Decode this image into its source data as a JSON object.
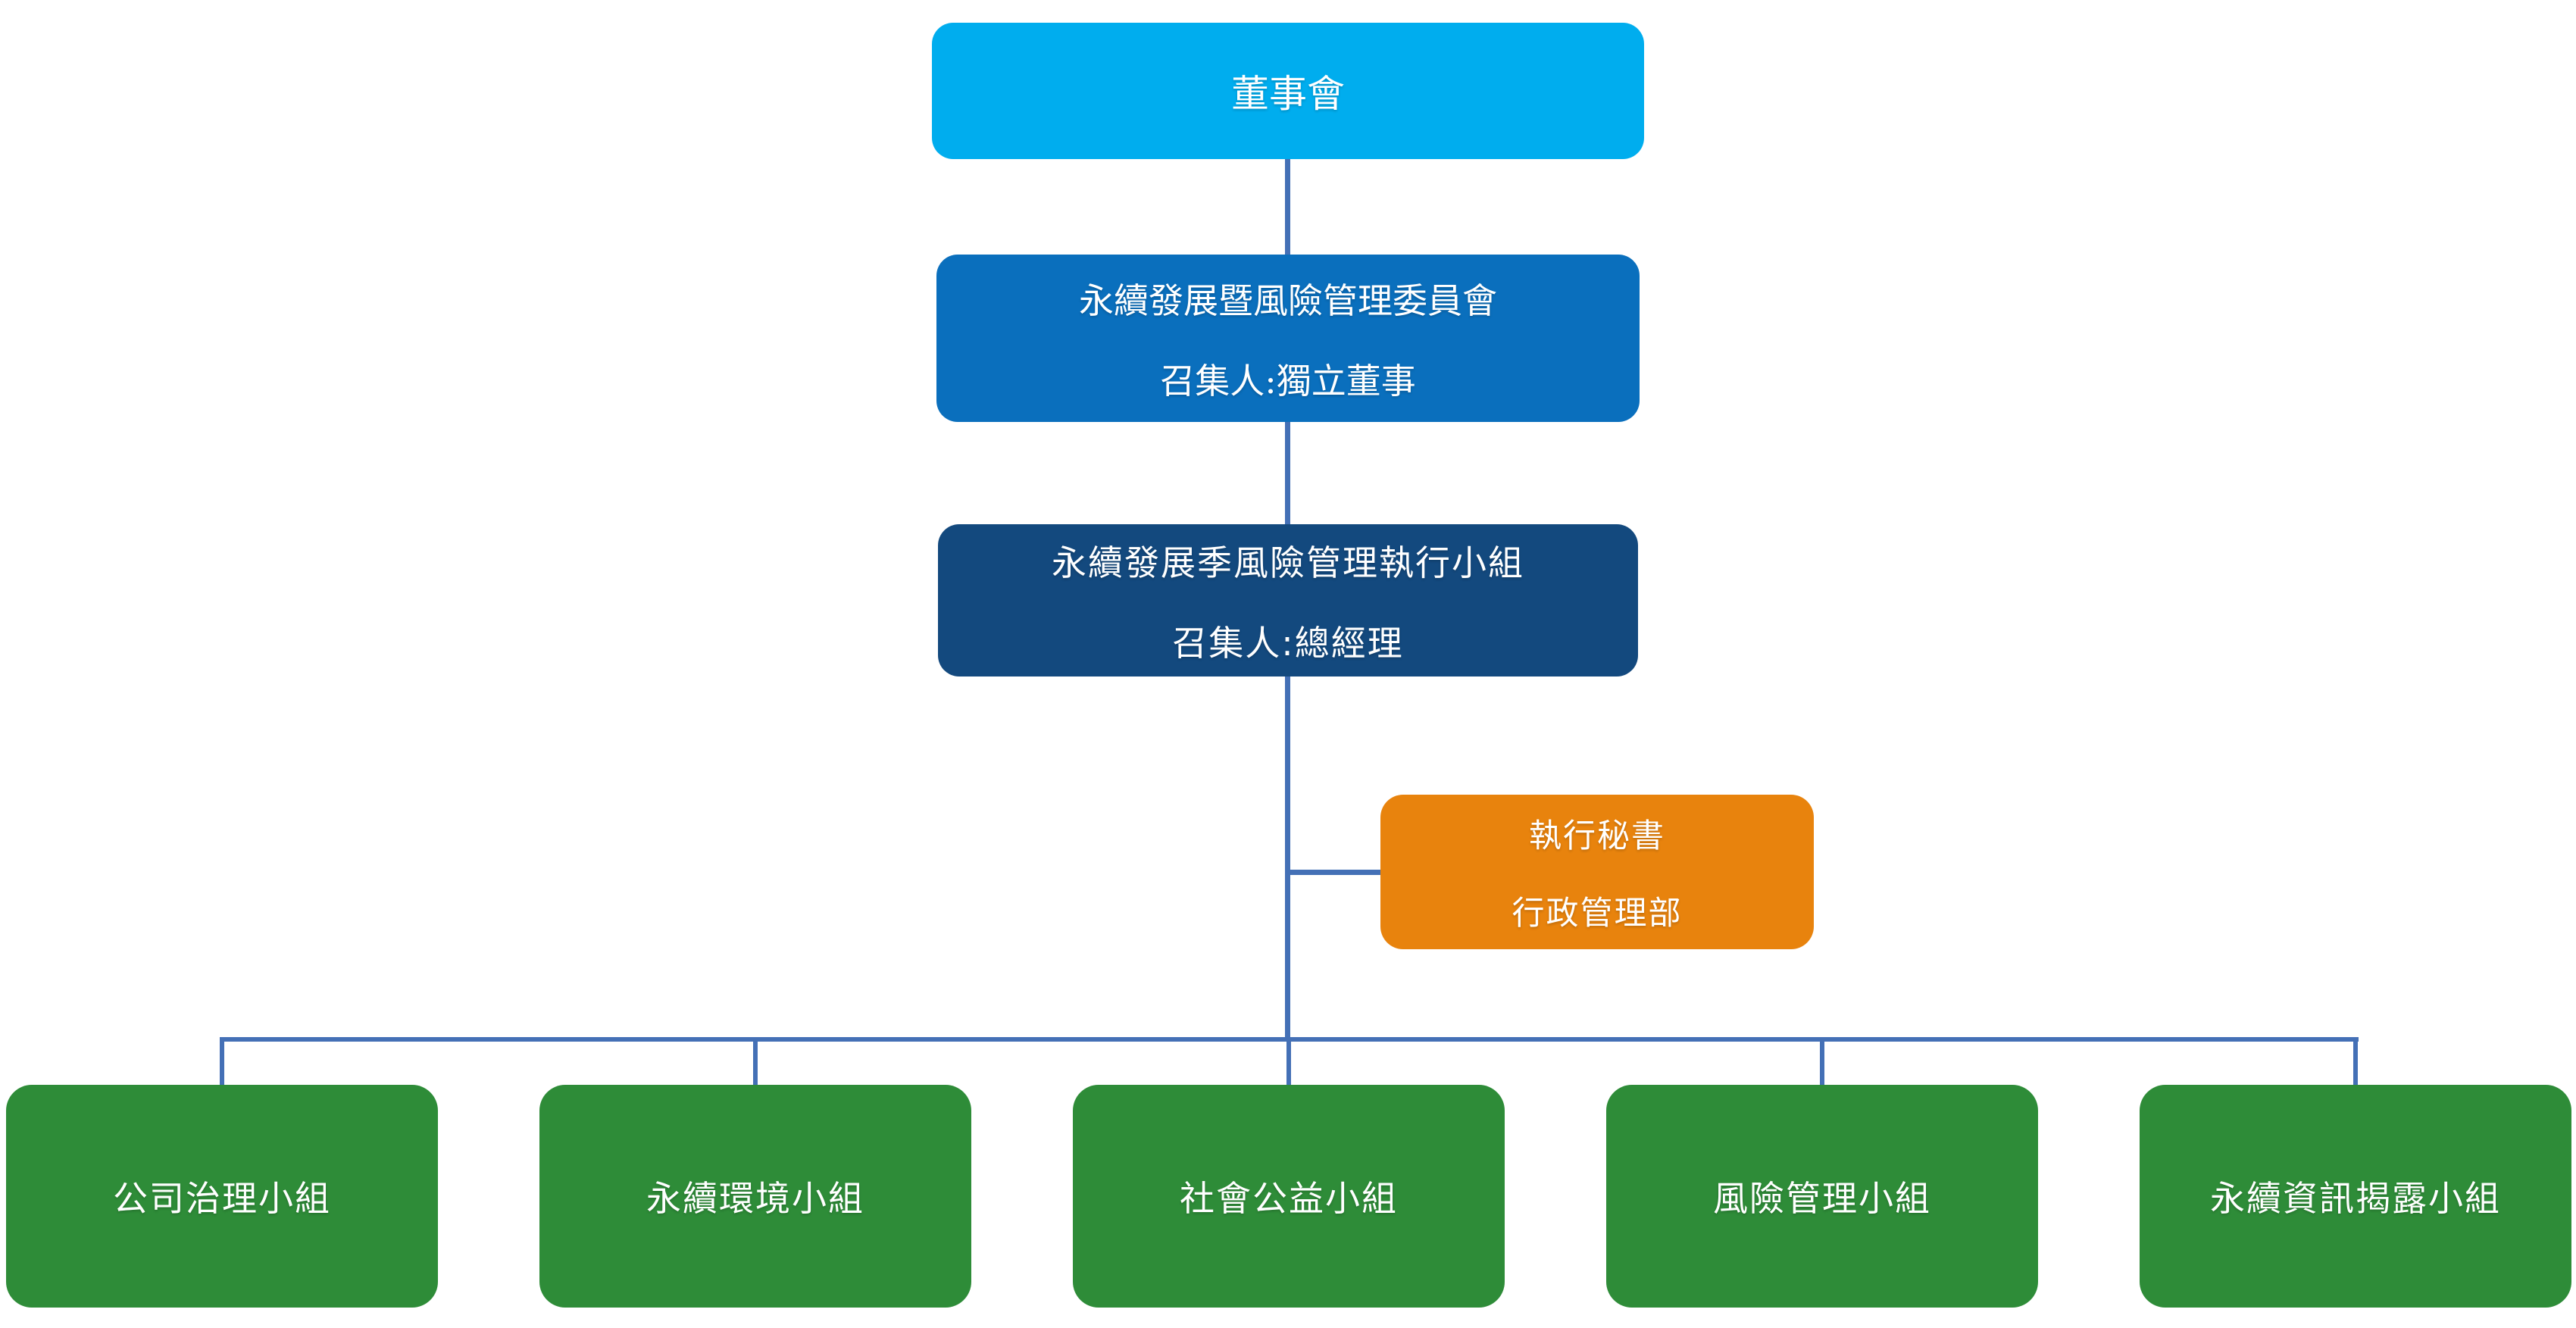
{
  "diagram": {
    "type": "org-chart",
    "background": "#FFFFFF",
    "connector_color": "#4470B6",
    "text_color": "#FFFFFF",
    "nodes": {
      "board": {
        "label": "董事會",
        "fill": "#00ADEE"
      },
      "committee": {
        "line1": "永續發展暨風險管理委員會",
        "line2": "召集人:獨立董事",
        "fill": "#0A6FBD"
      },
      "exec_team": {
        "line1": "永續發展季風險管理執行小組",
        "line2": "召集人:總經理",
        "fill": "#13497E"
      },
      "secretary": {
        "line1": "執行秘書",
        "line2": "行政管理部",
        "fill": "#E8830D"
      },
      "groups": {
        "fill": "#2E8C38",
        "items": [
          {
            "label": "公司治理小組"
          },
          {
            "label": "永續環境小組"
          },
          {
            "label": "社會公益小組"
          },
          {
            "label": "風險管理小組"
          },
          {
            "label": "永續資訊揭露小組"
          }
        ]
      }
    }
  }
}
